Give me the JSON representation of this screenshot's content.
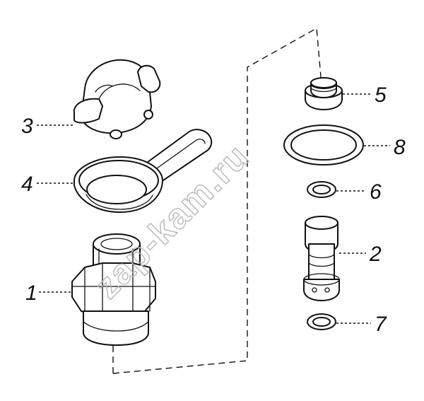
{
  "diagram": {
    "callouts": [
      {
        "id": "c1",
        "label": "1"
      },
      {
        "id": "c2",
        "label": "2"
      },
      {
        "id": "c3",
        "label": "3"
      },
      {
        "id": "c4",
        "label": "4"
      },
      {
        "id": "c5",
        "label": "5"
      },
      {
        "id": "c6",
        "label": "6"
      },
      {
        "id": "c7",
        "label": "7"
      },
      {
        "id": "c8",
        "label": "8"
      }
    ],
    "watermark": "zap-kam.ru"
  }
}
